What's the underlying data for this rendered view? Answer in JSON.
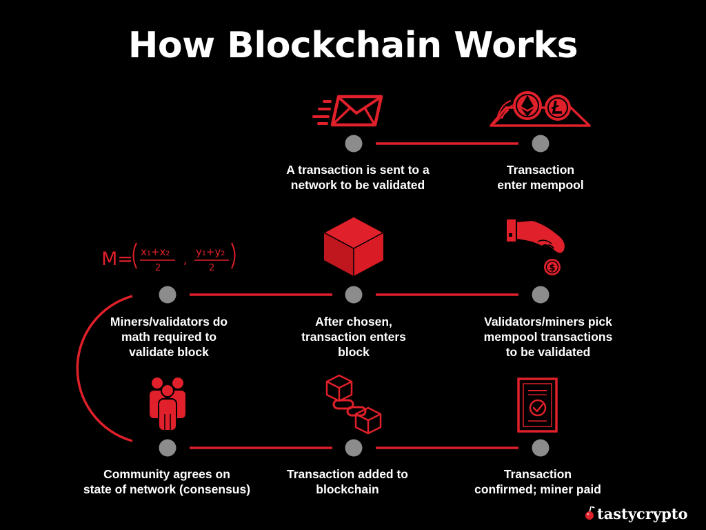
{
  "title": "How Blockchain Works",
  "colors": {
    "background": "#000000",
    "accent": "#e0202a",
    "node": "#8c8c8c",
    "text": "#ffffff"
  },
  "steps": [
    {
      "id": "s1",
      "label": "A transaction is sent to a\nnetwork to be validated",
      "icon": "envelope-icon"
    },
    {
      "id": "s2",
      "label": "Transaction\nenter mempool",
      "icon": "crypto-coins-icon"
    },
    {
      "id": "s3",
      "label": "Validators/miners pick\nmempool transactions\nto be validated",
      "icon": "hand-coin-icon"
    },
    {
      "id": "s4",
      "label": "After chosen,\ntransaction enters\nblock",
      "icon": "cube-icon"
    },
    {
      "id": "s5",
      "label": "Miners/validators do\nmath required to\nvalidate block",
      "icon": "math-formula-icon"
    },
    {
      "id": "s6",
      "label": "Community agrees on\nstate of network (consensus)",
      "icon": "people-group-icon"
    },
    {
      "id": "s7",
      "label": "Transaction added to\nblockchain",
      "icon": "chained-blocks-icon"
    },
    {
      "id": "s8",
      "label": "Transaction\nconfirmed; miner paid",
      "icon": "certificate-icon"
    }
  ],
  "formula": {
    "lhs": "M=",
    "num1": "x₁+x₂",
    "den1": "2",
    "sep": ",",
    "num2": "y₁+y₂",
    "den2": "2"
  },
  "brand": {
    "name": "tastycrypto",
    "icon": "cherry-icon"
  }
}
